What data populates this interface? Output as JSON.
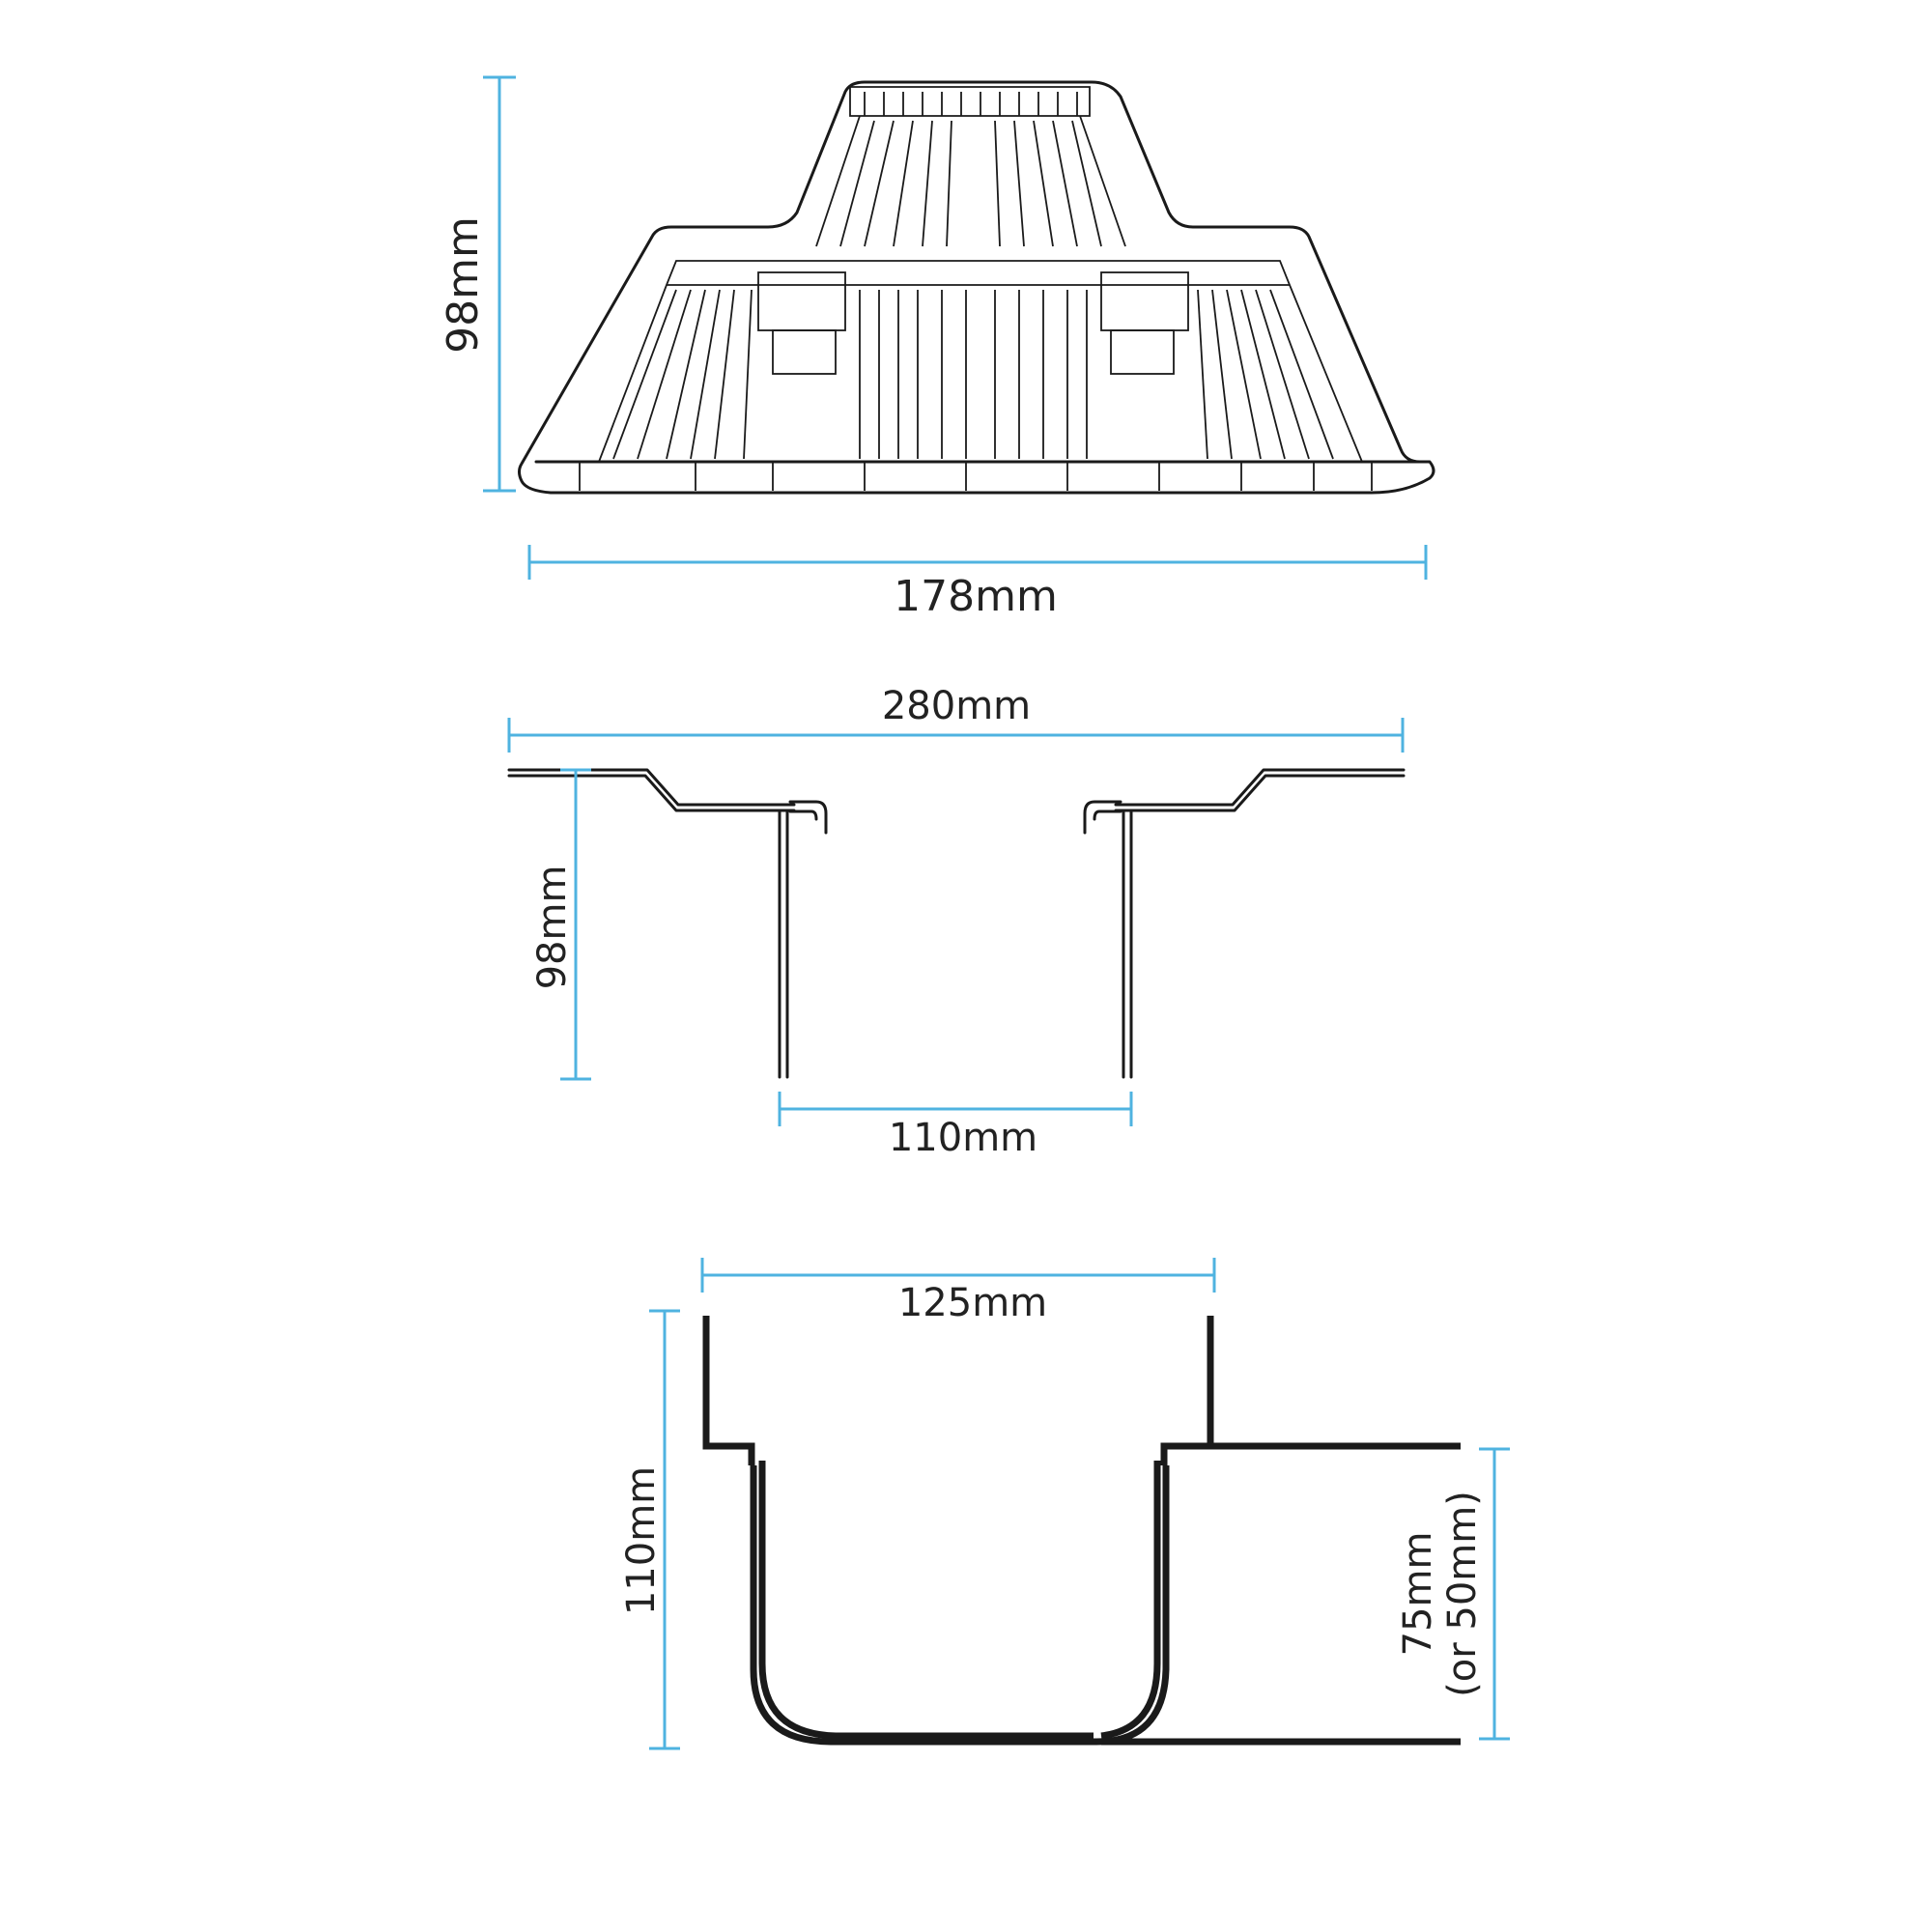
{
  "dimensions": {
    "grating_height": "98mm",
    "grating_width": "178mm",
    "outlet_flange_width": "280mm",
    "outlet_height": "98mm",
    "outlet_diameter": "110mm",
    "body_width": "125mm",
    "body_height": "110mm",
    "side_outlet_line1": "75mm",
    "side_outlet_line2": "(or 50mm)"
  },
  "colors": {
    "dimension_line": "#4fb3e0",
    "outline": "#1a1a1a",
    "text": "#222222"
  }
}
